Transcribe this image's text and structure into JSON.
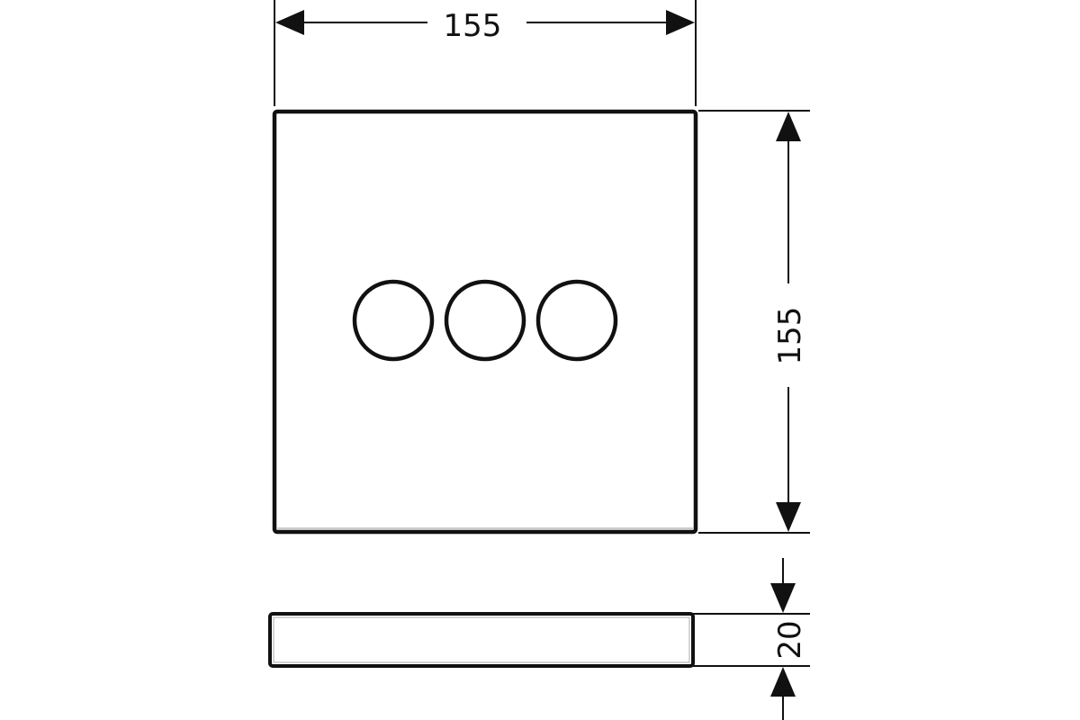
{
  "drawing": {
    "width_label": "155",
    "height_label": "155",
    "depth_label": "20",
    "button_count": 3,
    "line_color": "#111111"
  }
}
